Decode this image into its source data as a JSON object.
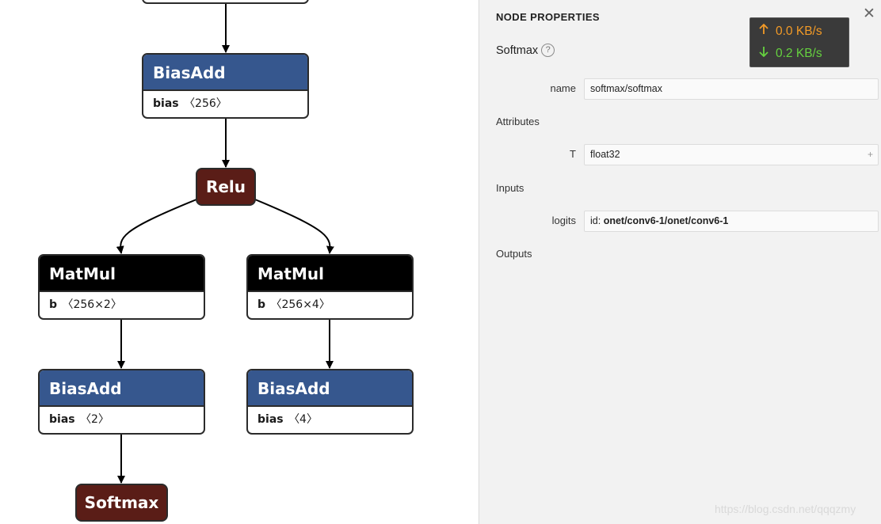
{
  "graph": {
    "nodes": {
      "biasadd_top": {
        "op": "BiasAdd",
        "attr_name": "bias",
        "attr_value": "〈256〉"
      },
      "relu": {
        "op": "Relu"
      },
      "matmul_left": {
        "op": "MatMul",
        "attr_name": "b",
        "attr_value": "〈256×2〉"
      },
      "matmul_right": {
        "op": "MatMul",
        "attr_name": "b",
        "attr_value": "〈256×4〉"
      },
      "biasadd_left": {
        "op": "BiasAdd",
        "attr_name": "bias",
        "attr_value": "〈2〉"
      },
      "biasadd_right": {
        "op": "BiasAdd",
        "attr_name": "bias",
        "attr_value": "〈4〉"
      },
      "softmax": {
        "op": "Softmax"
      }
    }
  },
  "panel": {
    "title": "NODE PROPERTIES",
    "op_name": "Softmax",
    "help_glyph": "?",
    "close_glyph": "✕",
    "name_label": "name",
    "name_value": "softmax/softmax",
    "attributes_heading": "Attributes",
    "attr_T_label": "T",
    "attr_T_value": "float32",
    "attr_T_expand": "+",
    "inputs_heading": "Inputs",
    "input_logits_label": "logits",
    "input_logits_prefix": "id:",
    "input_logits_value": "onet/conv6-1/onet/conv6-1",
    "outputs_heading": "Outputs"
  },
  "netspeed": {
    "upload": "0.0 KB/s",
    "download": "0.2 KB/s",
    "upload_icon": "up-arrow-icon",
    "download_icon": "down-arrow-icon",
    "upload_color": "#f29a27",
    "download_color": "#65d13f"
  },
  "watermark": "https://blog.csdn.net/qqqzmy",
  "colors": {
    "node_blue": "#36578e",
    "node_black": "#000000",
    "node_maroon": "#5a1d17"
  }
}
